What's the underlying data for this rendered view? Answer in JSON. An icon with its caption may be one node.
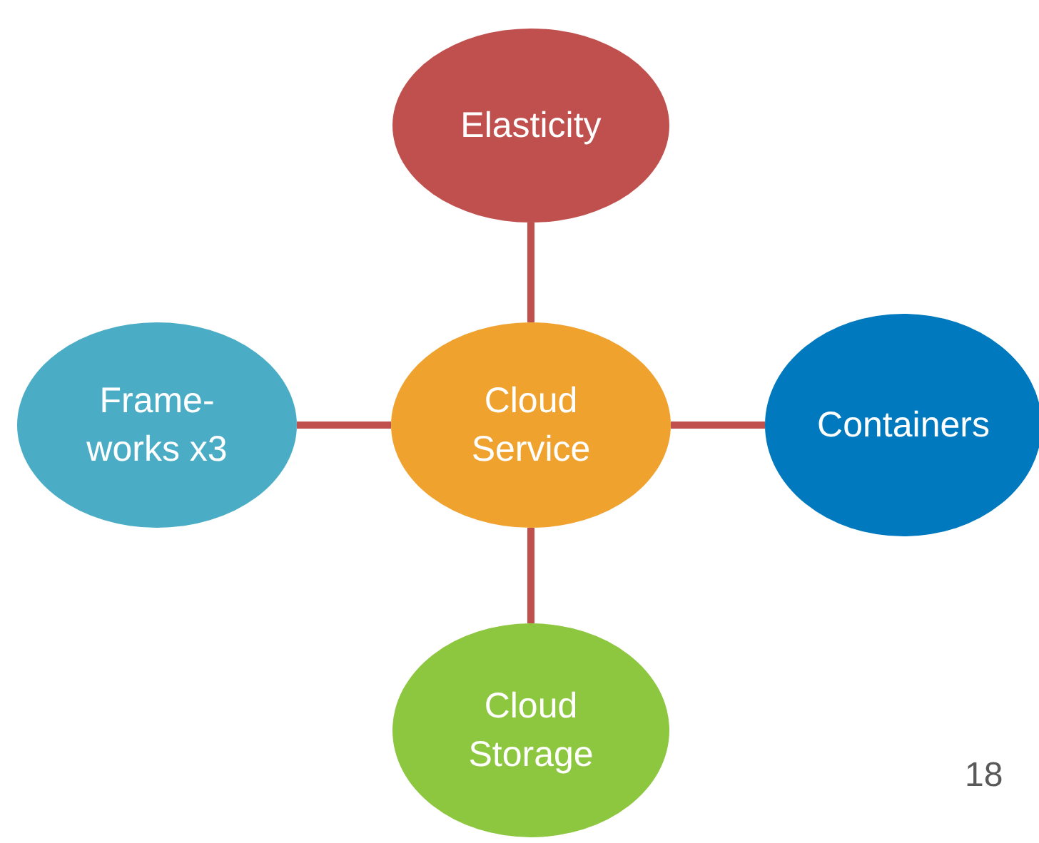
{
  "diagram": {
    "nodes": [
      {
        "text": [
          "Elasticity"
        ]
      },
      {
        "text": [
          "Frame- works x3"
        ]
      },
      {
        "text": [
          "Cloud Service"
        ]
      },
      {
        "text": [
          "Containers"
        ]
      },
      {
        "text": [
          "Cloud Storage"
        ]
      }
    ],
    "edges": [
      {
        "from": 2,
        "to": 0,
        "arrow": "none"
      },
      {
        "from": 2,
        "to": 1,
        "arrow": "none"
      },
      {
        "from": 2,
        "to": 3,
        "arrow": "none"
      },
      {
        "from": 2,
        "to": 4,
        "arrow": "none"
      }
    ],
    "labels": [
      "18"
    ]
  }
}
